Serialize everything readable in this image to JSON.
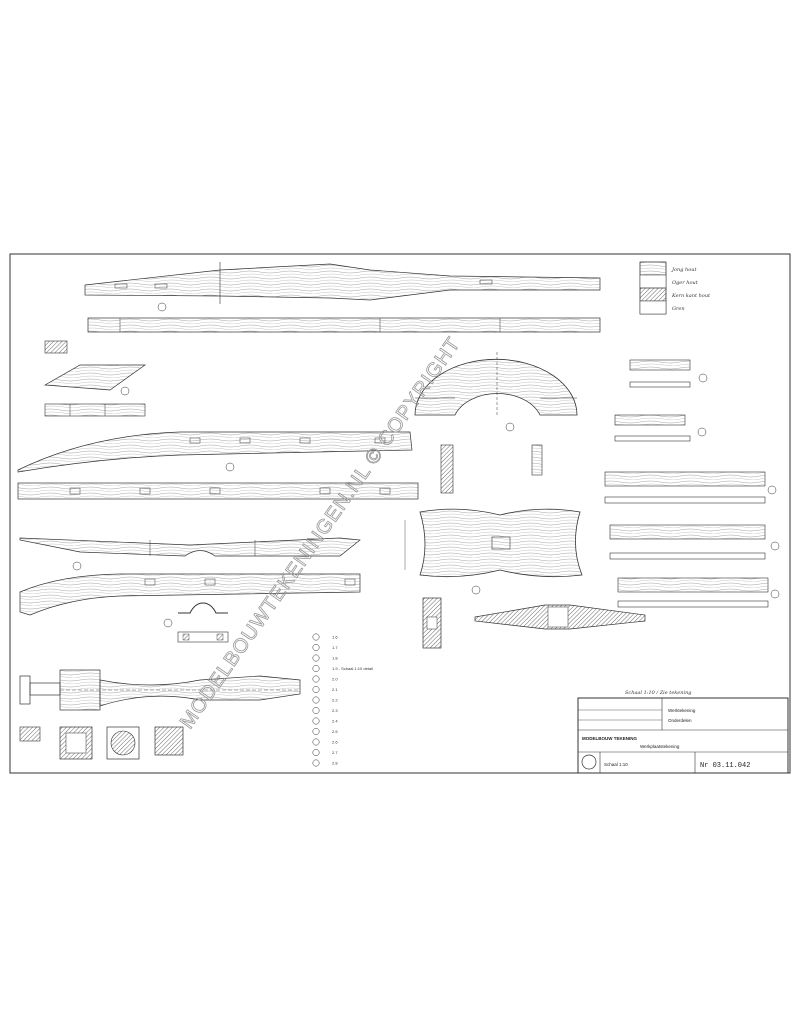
{
  "legend": {
    "items": [
      "Jong hout",
      "Oger hout",
      "Kern kant hout",
      "Gren"
    ]
  },
  "watermark": "MODELBOUWTEKENINGEN.NL © COPYRIGHT",
  "note_top": "Schaal 1:10 / Zie tekening",
  "part_list": [
    "1.6",
    "1.7",
    "1.8",
    "1.9 - Schaal 1:10 detail",
    "2.0",
    "2.1",
    "2.2",
    "2.3",
    "2.4",
    "2.5",
    "2.6",
    "2.7",
    "2.8"
  ],
  "title_block": {
    "project": "Werktekening",
    "subject": "Onderdelen",
    "company": "MODELBOUW TEKENING",
    "subtitle": "Werkplaatstekening",
    "scale": "Schaal 1:10",
    "drawing_number": "Nr 03.11.042"
  }
}
